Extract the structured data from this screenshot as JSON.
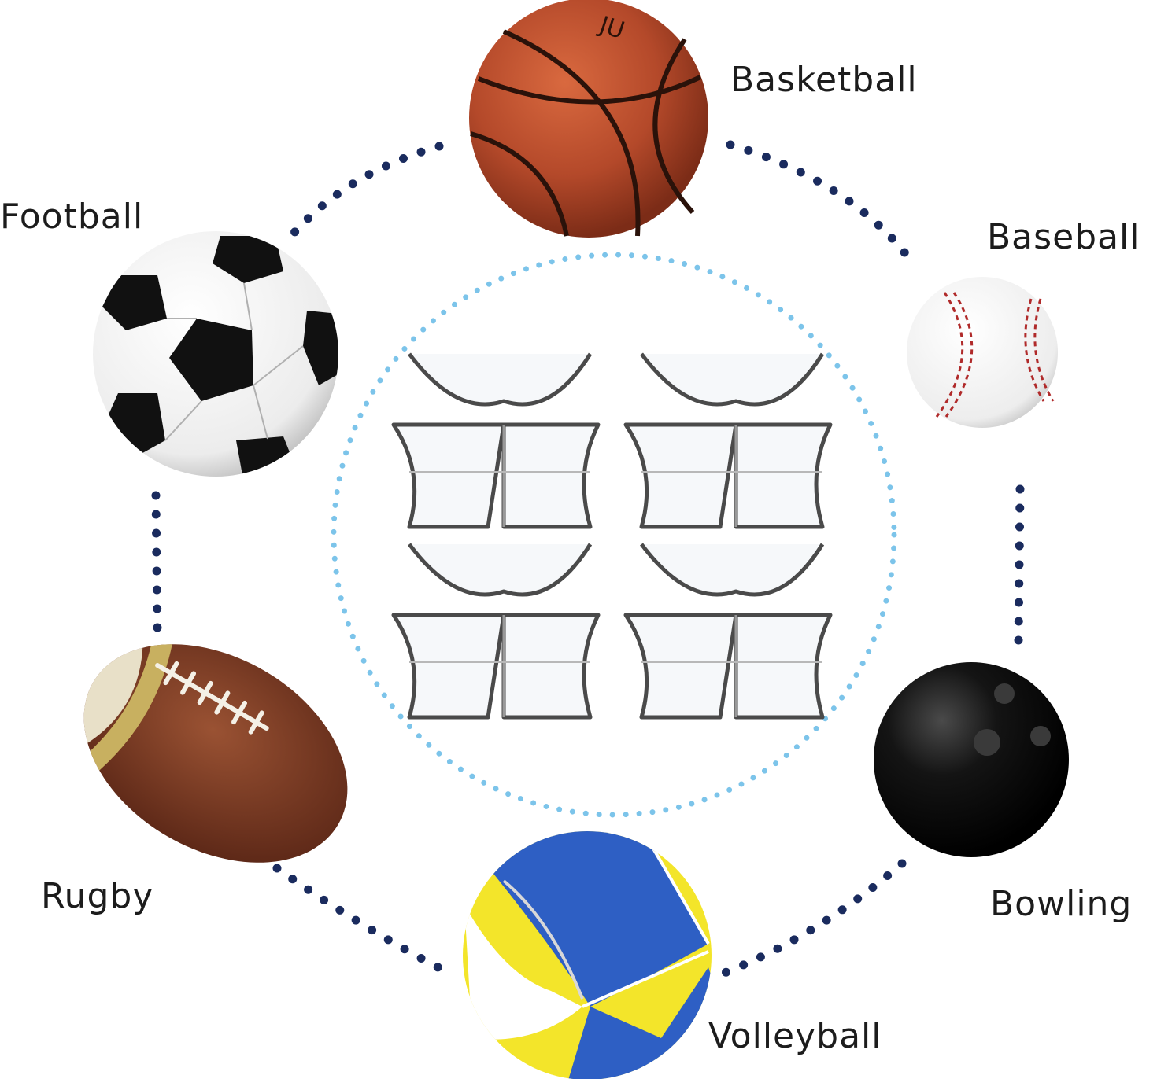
{
  "labels": {
    "basketball": "Basketball",
    "football": "Football",
    "baseball": "Baseball",
    "rugby": "Rugby",
    "bowling": "Bowling",
    "volleyball": "Volleyball"
  },
  "colors": {
    "outer_dots": "#1a2b5e",
    "inner_dots": "#7cc4ea",
    "basketball": "#b4492a",
    "baseball_stitch": "#b02a2a",
    "bowling": "#111111",
    "volleyball_blue": "#2e5fc4",
    "volleyball_yellow": "#f3e52a",
    "rugby_brown": "#7a3a24",
    "stand": "#555555"
  }
}
